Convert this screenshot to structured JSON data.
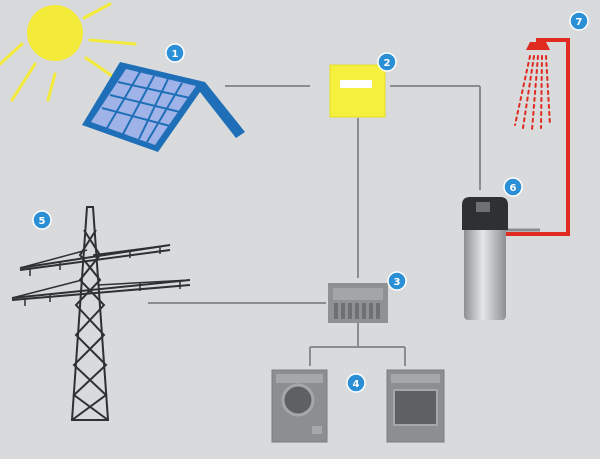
{
  "badges": [
    "1",
    "2",
    "3",
    "4",
    "5",
    "6",
    "7"
  ],
  "colors": {
    "background": "#d8dadc",
    "sun": "#f4ea3a",
    "panel": "#1f6fb8",
    "panel_cell": "#9fb3e8",
    "inverter": "#f5ef3e",
    "wire": "#8a8c8e",
    "hot_water": "#e02b20",
    "badge": "#2b8fd6"
  },
  "icons": [
    "sun-icon",
    "solar-panel-icon",
    "inverter-icon",
    "distribution-box-icon",
    "washing-machine-icon",
    "oven-icon",
    "power-pylon-icon",
    "heat-pump-boiler-icon",
    "shower-icon"
  ]
}
